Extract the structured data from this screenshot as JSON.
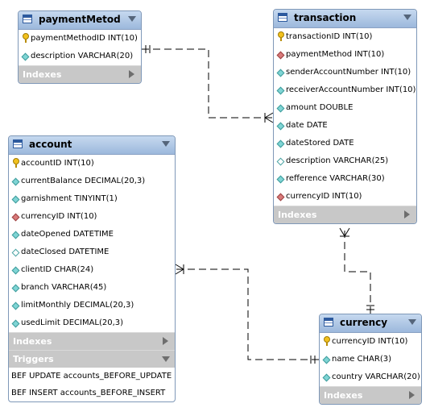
{
  "tables": {
    "paymentMetod": {
      "title": "paymentMetod",
      "columns": [
        {
          "text": "paymentMethodID INT(10)",
          "icon": "primary-key-icon"
        },
        {
          "text": "description VARCHAR(20)",
          "icon": "column-icon"
        }
      ],
      "indexes_label": "Indexes"
    },
    "transaction": {
      "title": "transaction",
      "columns": [
        {
          "text": "transactionID INT(10)",
          "icon": "primary-key-icon"
        },
        {
          "text": "paymentMethod INT(10)",
          "icon": "foreign-key-icon"
        },
        {
          "text": "senderAccountNumber INT(10)",
          "icon": "column-icon"
        },
        {
          "text": "receiverAccountNumber INT(10)",
          "icon": "column-icon"
        },
        {
          "text": "amount DOUBLE",
          "icon": "column-icon"
        },
        {
          "text": "date DATE",
          "icon": "column-icon"
        },
        {
          "text": "dateStored DATE",
          "icon": "column-icon"
        },
        {
          "text": "description VARCHAR(25)",
          "icon": "nullable-column-icon"
        },
        {
          "text": "refference VARCHAR(30)",
          "icon": "column-icon"
        },
        {
          "text": "currencyID INT(10)",
          "icon": "foreign-key-icon"
        }
      ],
      "indexes_label": "Indexes"
    },
    "account": {
      "title": "account",
      "columns": [
        {
          "text": "accountID INT(10)",
          "icon": "primary-key-icon"
        },
        {
          "text": "currentBalance DECIMAL(20,3)",
          "icon": "column-icon"
        },
        {
          "text": "garnishment TINYINT(1)",
          "icon": "column-icon"
        },
        {
          "text": "currencyID INT(10)",
          "icon": "foreign-key-icon"
        },
        {
          "text": "dateOpened DATETIME",
          "icon": "column-icon"
        },
        {
          "text": "dateClosed DATETIME",
          "icon": "nullable-column-icon"
        },
        {
          "text": "clientID CHAR(24)",
          "icon": "column-icon"
        },
        {
          "text": "branch VARCHAR(45)",
          "icon": "column-icon"
        },
        {
          "text": "limitMonthly DECIMAL(20,3)",
          "icon": "column-icon"
        },
        {
          "text": "usedLimit DECIMAL(20,3)",
          "icon": "column-icon"
        }
      ],
      "indexes_label": "Indexes",
      "triggers_label": "Triggers",
      "triggers": [
        "BEF UPDATE accounts_BEFORE_UPDATE",
        "BEF INSERT accounts_BEFORE_INSERT"
      ]
    },
    "currency": {
      "title": "currency",
      "columns": [
        {
          "text": "currencyID INT(10)",
          "icon": "primary-key-icon"
        },
        {
          "text": "name CHAR(3)",
          "icon": "column-icon"
        },
        {
          "text": "country VARCHAR(20)",
          "icon": "column-icon"
        }
      ],
      "indexes_label": "Indexes"
    }
  },
  "relationships": [
    {
      "from": "paymentMetod",
      "to": "transaction",
      "notation": "one-to-many"
    },
    {
      "from": "currency",
      "to": "transaction",
      "notation": "one-to-many"
    },
    {
      "from": "currency",
      "to": "account",
      "notation": "one-to-many"
    }
  ]
}
